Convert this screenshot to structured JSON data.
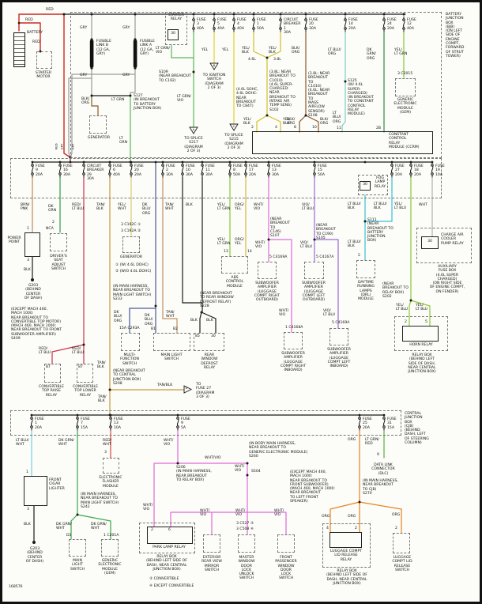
{
  "bjb": {
    "box_label": "BATTERY\nJUNCTION\nBOX\n(BJB)\n(ON LEFT\nSIDE OF\nENGINE\nCOMPT,\nFORWARD\nOF STRUT\nTOWER)",
    "row1": [
      "FUSE\n3\n40A",
      "FUSE\n5\n40A",
      "FUSE\n4\n40A",
      "FUSE\n1\n50A",
      "CIRCUIT\nBREAKER\n1\n30A",
      "FUSE\n20\n30A",
      "FUSE\n14\n20A",
      "FUSE\n24\n20A",
      "FUSE\n12\n40A"
    ],
    "row2": [
      "FUSE\n9\n20A",
      "FUSE\n16\n30A",
      "CIRCUIT\nBREAKER\n29\n30A",
      "FUSE\n6\n40A",
      "FUSE\n20\n20A",
      "FUSE\n2\n30A",
      "FUSE\n10\n30A",
      "FUSE\n11\n30A",
      "FUSE\n8\n50A",
      "FUSE\n17\n20A",
      "FUSE\n13\n30A",
      "FUSE\n15\n50A",
      "FUSE\n27\n20A",
      "FUSE\n18\n20A",
      "FUSE\n19\n10A"
    ]
  },
  "cjb": {
    "box_label": "CENTRAL\nJUNCTION\nBOX\n(CJB)\n(BEHIND\nDASH, LEFT\nOF STEERING\nCOLUMN)",
    "fuses": [
      "FUSE\n1\n20A",
      "FUSE\n7\n15A",
      "FUSE\n13\n10A",
      "FUSE\n9\n5A",
      "FUSE\n25\n20A",
      "FUSE\n31\n15A"
    ]
  },
  "L": {
    "red_top": "RED",
    "red_bat": "RED",
    "red_strt": "RED",
    "battery": "BATTERY",
    "starter_motor": "STARTER\nMOTOR",
    "gry_b_top": "GRY",
    "gry_a_top": "GRY",
    "flink_b": "FUSIBLE\nLINK B\n(12 GA,\nGRY)",
    "flink_a": "FUSIBLE\nLINK A\n(12 GA,\nGRY)",
    "gry_b_bot": "GRY",
    "gry_a_bot": "GRY",
    "red_v": "RED",
    "gry_v1": "GRY",
    "gry_v2": "GRY",
    "blk_org_gen": "BLK/\nORG",
    "generator1": "GENERATOR",
    "s127": "S127\n(IN BREAKOUT\nTO BATTERY\nJUNCTION BOX)",
    "lt_grn_a": "LT GRN",
    "lt_grn_b": "LT\nGRN",
    "starter_relay": "STARTER\nRELAY",
    "sr30": "30",
    "lgv1": "LT GRN/\nVIO",
    "lgv2": "LT GRN/\nVIO",
    "s109": "S109\n(NEAR BREAKOUT\nTO C192)",
    "tri_a": "A",
    "to_s217": "TO SPLICE\nS217\n(DIAGRAM\n2 OF 3)",
    "yel1": "YEL",
    "tri_b": "B",
    "to_ign": "TO IGNITION\nSWITCH\n(DIAGRAM\n2 OF 3)",
    "yel2": "YEL",
    "note_c847": "(4.6L SOHC,\n4.6L DOHC:\nNEAR\nBREAKOUT\nTO C847)",
    "tri_c": "C",
    "to_s215": "TO SPLICE\nS215\n(DIAGRAM\n2 OF 3)",
    "yb1": "YEL/\nBLK",
    "yb2": "YEL/\nBLK",
    "l46": "4.6L",
    "l38": "3.8L",
    "s102": "(3.8L: NEAR\nBREAKOUT TO\nC1010)\n(4.6L SUPER-\nCHARGED: NEAR\nBREAKOUT TO\nINTAKE AIR\nTEMP SENS)\nS102",
    "yb3": "YEL/\nBLK",
    "p2": "2",
    "yb4": "YEL/\nBLK",
    "p4": "4",
    "bo1": "BLK/\nORG",
    "s108": "(3.8L: NEAR\nBREAKOUT TO\nC1016)\n(4.6L: NEAR\nBREAKOUT TO\nMASS AIRFLOW\nSENSOR)\nS108",
    "bo2": "BLK/\nORG",
    "p8": "8",
    "bo3": "BLK/\nORG",
    "p10": "10",
    "lbo1": "LT BLU/\nORG",
    "s125": "S125\n(W/ 4.6L\nSUPER-\nCHARGED)\n(IN BREAKOUT\nTO CONSTANT\nCONTROL RELAY\nMODULE)",
    "lbo2": "LT\nBLU/\nORG",
    "p11": "11",
    "dgo": "DK GRN/\nORG",
    "p2b": "2B",
    "ylg": "YEL/\nLT GRN",
    "gem_conn": "3   C2015",
    "gem": "GENERIC\nELECTRONIC\nMODULE\n(GEM)",
    "ccrm": "CONSTANT\nCONTROL\nRELAY\nMODULE (CCRM)",
    "brn_pnk": "BRN/\nPNK",
    "pp1": "1",
    "power_point": "POWER\nPOINT",
    "pp3": "3",
    "blk1": "BLK",
    "g203a": "G203\n(BEHIND CENTER\nOF DASH)",
    "dk_grn": "DK GRN",
    "seat2": "2",
    "nca": "NCA",
    "seat": "DRIVER'S\nSEAT\nADJUST\nSWITCH",
    "rlb0": "RED/\nLT BLU",
    "tan_blk0": "TAN/\nBLK",
    "yel_wht": "YEL/\nWHT",
    "g2c1": "3   C192C  ①",
    "g2c2": "3   C192A  ②",
    "generator2": "GENERATOR",
    "gnote1": "①  (W/ 4.6L DOHC)",
    "gnote2": "②  (W/O 4.6L DOHC)",
    "s233": "(IN MAIN HARNESS,\nNEAR BREAKOUT TO\nMAIN LIGHT SWITCH)\nS233",
    "dbo1": "DK BLU/\nORG",
    "dbo2": "DK\nBLU/\nORG",
    "dbo3": "DK BLU/\nORG",
    "tan_wht1": "TAN/\nWHT",
    "tan_wht2": "TAN/\nWHT",
    "blk2": "BLK",
    "blk3": "BLK",
    "blk4": "BLK",
    "mfs_conn": "15A   C293A",
    "mfs": "MULTI-\nFUNCTION\nSWITCH",
    "b1": "B1",
    "b2": "B2",
    "mls_mid": "MAIN LIGHT\nSWITCH",
    "s228": "(NEAR BREAKOUT\nTO REAR WINDOW\nDEFROST RELAY)\nS228",
    "p85": "85",
    "p30d": "30",
    "defrost": "REAR\nWINDOW\nDEFROST\nRELAY",
    "ylg2": "YEL/\nLT GRN",
    "ylg3": "YEL/\nLT GRN",
    "p13": "13",
    "oy1": "ORG/\nYEL",
    "oy2": "ORG/\nYEL",
    "p14": "14",
    "abs": "ABS\nCONTROL\nMODULE",
    "wv0": "WHT/\nVIO",
    "s107": "(NEAR\nBREAKOUT TO\nC146)\nS107",
    "wv1": "WHT/\nVIO",
    "sro_conn": "5   C4169A",
    "sub_ro": "SUBWOOFER\nAMPLIFIER\n(LUGGAGE\nCOMPT RIGHT\nOUTBOARD)",
    "wv2": "WHT/\nVIO",
    "sri_conn": "1   C4168A",
    "sub_ri": "SUBWOOFER\nAMPLIFIER\n(LUGGAGE\nCOMPT RIGHT\nINBOARD)",
    "vlb0": "VIO/\nLT BLU",
    "s105": "(NEAR BREAKOUT\nTO C190)\nS105",
    "vlb1": "VIO/\nLT BLU",
    "slo_conn": "5   C4167A",
    "sub_lo": "SUBWOOFER\nAMPLIFIER\n(LUGGAGE\nCOMPT LEFT\nOUTBOARD)",
    "vlb2": "VIO/\nLT BLU",
    "sli_conn": "5   C4169A",
    "sub_li": "SUBWOOFER\nAMPLIFIER\n(LUGGAGE\nCOMPT LEFT\nINBOARD)",
    "lbb1": "LT BLU/\nBLK",
    "lbb2": "LT BLU/\nBLK",
    "s111": "S111\n(NEAR\nBREAKOUT TO\nBATTERY\nJUNCTION BOX)",
    "lbb3": "LT BLU/\nBLK",
    "drl2": "2",
    "drl": "DAYTIME\nRUNNING\nLAMPS\n(DRL)\nMODULE",
    "fog": "FOG\nLAMP\nRELAY",
    "fog30": "30",
    "ylb0": "YEL/\nLT BLU",
    "s202": "(NEAR\nBREAKOUT TO\nRELAY BOX)\nS202",
    "ylb1": "YEL/\nLT BLU",
    "ylb2": "YEL/\nLT BLU",
    "h2": "2",
    "h5": "5",
    "horn": "HORN RELAY",
    "relay_box1": "RELAY BOX\n(BEHIND LEFT\nSIDE OF DASH,\nNEAR CENTRAL\nJUNCTION BOX)",
    "wht": "WHT",
    "cac30": "30",
    "cac": "CHARGE AIR\nCOOLER\nPUMP RELAY",
    "aux": "AUXILIARY\nFUSE BOX\n(4.6L SUPER\nCHARGED)\n(ON RIGHT SIDE\nOF ENGINE COMPT,\nON FENDER)",
    "s409": "(EXCEPT MACH 460,\nMACH 1000:\nNEAR BREAKOUT TO\nCONVERTIBLE TOP MOTOR)\n(MACH 460, MACH 1000:\nNEAR BREAKOUT TO FRONT\nSUBWOOFER AMPLIFIER)\nS409",
    "rlb1": "RED/\nLT BLU",
    "rlb2": "RED/\nLT BLU",
    "c87a": "87",
    "c87b": "87",
    "conv_raise": "CONVERTIBLE\nTOP RAISE\nRELAY",
    "conv_lower": "CONVERTIBLE\nTOP LOWER\nRELAY",
    "tan_blk1": "TAN/\nBLK",
    "s208": "(NEAR BREAKOUT\nTO CENTRAL\nJUNCTION BOX)\nS208",
    "tan_blk2": "TAN/BLK",
    "tri_d": "D",
    "to_f27": "TO\nFUSE 27\n(DIAGRAM\n3 OF 3)",
    "tan_blk3": "TAN/\nBLK",
    "lbw": "LT BLU/\nWHT",
    "cig1": "1",
    "cigar": "FRONT\nCIGAR\nLIGHTER",
    "cig3": "3",
    "blk5": "BLK",
    "g203b": "G203\n(BEHIND CENTER\nOF DASH)",
    "dgw1": "DK GRN/\nWHT",
    "s242": "(IN MAIN HARNESS,\nNEAR BREAKOUT TO\nMAIN LIGHT SWITCH)\nS242",
    "dgw2": "DK GRN/\nWHT",
    "dgw3": "DK GRN/\nWHT",
    "d1": "D1",
    "gemb_conn": "1   C201A",
    "mls_bot": "MAIN\nLIGHT\nSWITCH",
    "gem_bot": "GENERIC\nELECTRONIC\nMODULE\n(GEM)",
    "rw": "RED/\nWHT",
    "fl3": "3",
    "flasher": "ELECTRONIC\nFLASHER\nMODULE",
    "wv3": "WHT/\nVIO",
    "wv_bus": "WHT/VIO",
    "s206": "S206\n(IN MAIN HARNESS,\nNEAR BREAKOUT\nTO RELAY BOX)",
    "s260": "(IN BODY MAIN HARNESS,\nNEAR BREAKOUT TO\nGENERIC ELECTRONIC MODULE)\nS260",
    "wv4": "WHT/\nVIO",
    "s504": "S504",
    "s504n": "(EXCEPT MACH 460,\nMACH 1000:\nNEAR BREAKOUT TO\nFRONT SUBWOOFER)\n(MACH 460, MACH 1000:\nNEAR BREAKOUT\nTO LEFT FRONT\nSPEAKER)",
    "wv5": "WHT/\nVIO",
    "wv6": "WHT/\nVIO",
    "wv7": "WHT/\nVIO",
    "wv8": "WHT/\nVIO",
    "pl2": "2",
    "pl6": "6",
    "park_lamp": "PARK LAMP RELAY",
    "relay_box2": "RELAY BOX\n(BEHIND LEFT SIDE OF\nDASH, NEAR CENTRAL\nJUNCTION BOX)",
    "fn3": "③  CONVERTIBLE",
    "fn4": "④  EXCEPT CONVERTIBLE",
    "ext_mirror": "EXTERIOR\nREAR VIEW\nMIRROR\nSWITCH",
    "mw_c1": "3   C527  ③",
    "mw_c2": "3   C508  ④",
    "master": "MASTER\nWINDOW\nDOOR\nLOCK\nUNLOCK\nSWITCH",
    "front_pass": "FRONT\nPASSENGER\nWINDOW\nDOOR\nLOCK\nSWITCH",
    "org0": "ORG",
    "s270": "(IN MAIN HARNESS,\nNEAR BREAKOUT\nTO CJB)\nS270",
    "org1": "ORG",
    "org2": "ORG",
    "org3": "ORG",
    "lr4": "4",
    "lr2": "2",
    "lug_relay": "LUGGAGE COMPT\nLID RELEASE\nRELAY",
    "relay_box3": "RELAY BOX\n(BEHIND LEFT SIDE OF\nDASH, NEAR CENTRAL\nJUNCTION BOX)",
    "ls2": "2",
    "lug_switch": "LUGGAGE\nCOMPT LID\nRELEASE\nSWITCH",
    "lgr": "LT GRN/\nRED",
    "dlc9": "9",
    "dlc": "DATA LINK\nCONNECTOR\n(DLC)",
    "id": "168576"
  }
}
